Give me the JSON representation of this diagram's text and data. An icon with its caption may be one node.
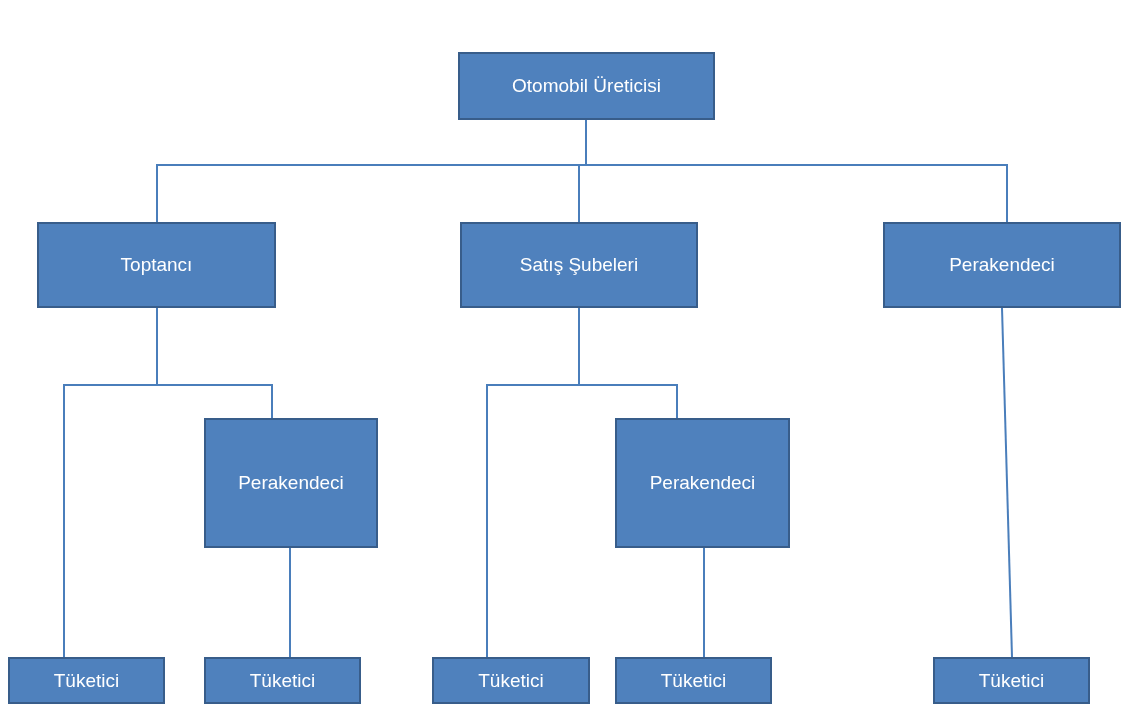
{
  "diagram": {
    "nodes": [
      {
        "text": [
          "Otomobil Üreticisi"
        ]
      },
      {
        "text": [
          "Toptancı"
        ]
      },
      {
        "text": [
          "Satış Şubeleri"
        ]
      },
      {
        "text": [
          "Perakendeci"
        ]
      },
      {
        "text": [
          "Perakendeci"
        ]
      },
      {
        "text": [
          "Perakendeci"
        ]
      },
      {
        "text": [
          "Tüketici"
        ]
      },
      {
        "text": [
          "Tüketici"
        ]
      },
      {
        "text": [
          "Tüketici"
        ]
      },
      {
        "text": [
          "Tüketici"
        ]
      },
      {
        "text": [
          "Tüketici"
        ]
      }
    ],
    "edges": [
      {
        "from": 0,
        "to": 1,
        "arrow": "none"
      },
      {
        "from": 0,
        "to": 2,
        "arrow": "none"
      },
      {
        "from": 0,
        "to": 3,
        "arrow": "none"
      },
      {
        "from": 1,
        "to": 6,
        "arrow": "none"
      },
      {
        "from": 1,
        "to": 4,
        "arrow": "none"
      },
      {
        "from": 4,
        "to": 7,
        "arrow": "none"
      },
      {
        "from": 2,
        "to": 8,
        "arrow": "none"
      },
      {
        "from": 2,
        "to": 5,
        "arrow": "none"
      },
      {
        "from": 5,
        "to": 9,
        "arrow": "none"
      },
      {
        "from": 3,
        "to": 10,
        "arrow": "none"
      }
    ]
  }
}
